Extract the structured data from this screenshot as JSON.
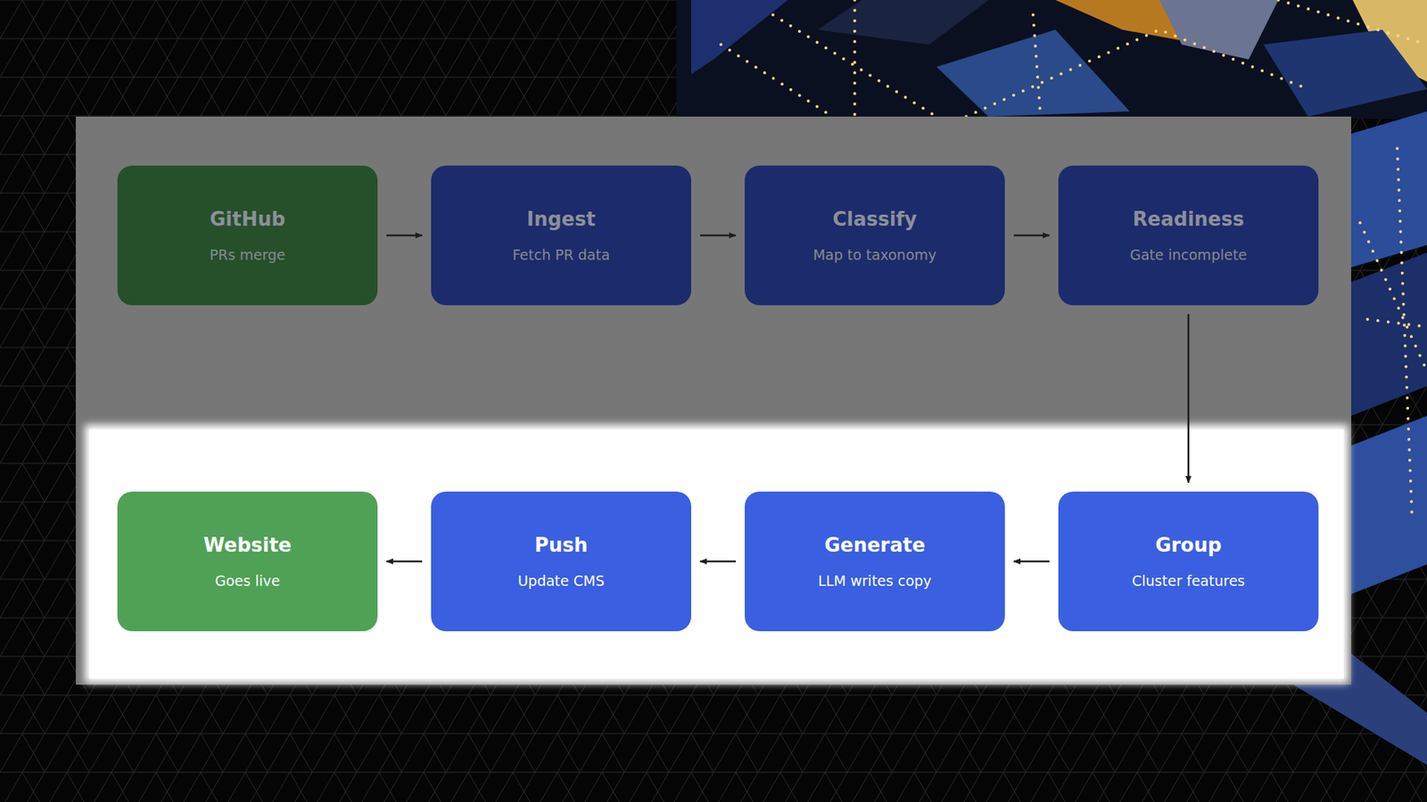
{
  "diagram": {
    "nodes": [
      {
        "text": [
          "GitHub",
          "PRs merge"
        ]
      },
      {
        "text": [
          "Ingest",
          "Fetch PR data"
        ]
      },
      {
        "text": [
          "Classify",
          "Map to taxonomy"
        ]
      },
      {
        "text": [
          "Readiness",
          "Gate incomplete"
        ]
      },
      {
        "text": [
          "Website",
          "Goes live"
        ]
      },
      {
        "text": [
          "Push",
          "Update CMS"
        ]
      },
      {
        "text": [
          "Generate",
          "LLM writes copy"
        ]
      },
      {
        "text": [
          "Group",
          "Cluster features"
        ]
      }
    ],
    "edges": [
      {
        "from": 0,
        "to": 1,
        "arrow": "to"
      },
      {
        "from": 1,
        "to": 2,
        "arrow": "to"
      },
      {
        "from": 2,
        "to": 3,
        "arrow": "to"
      },
      {
        "from": 3,
        "to": 7,
        "arrow": "to"
      },
      {
        "from": 7,
        "to": 6,
        "arrow": "to"
      },
      {
        "from": 6,
        "to": 5,
        "arrow": "to"
      },
      {
        "from": 5,
        "to": 4,
        "arrow": "to"
      }
    ]
  }
}
